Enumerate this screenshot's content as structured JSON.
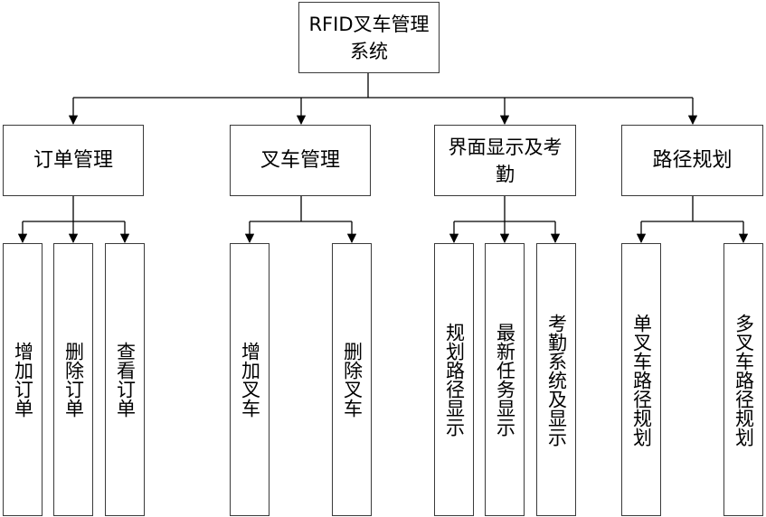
{
  "root": {
    "label": "RFID叉车管理系统"
  },
  "modules": [
    {
      "label": "订单管理",
      "children": [
        "增加订单",
        "删除订单",
        "查看订单"
      ]
    },
    {
      "label": "叉车管理",
      "children": [
        "增加叉车",
        "删除叉车"
      ]
    },
    {
      "label": "界面显示及考勤",
      "children": [
        "规划路径显示",
        "最新任务显示",
        "考勤系统及显示"
      ]
    },
    {
      "label": "路径规划",
      "children": [
        "单叉车路径规划",
        "多叉车路径规划"
      ]
    }
  ],
  "colors": {
    "line": "#000000",
    "border": "#3a3a3a",
    "background": "#ffffff"
  }
}
